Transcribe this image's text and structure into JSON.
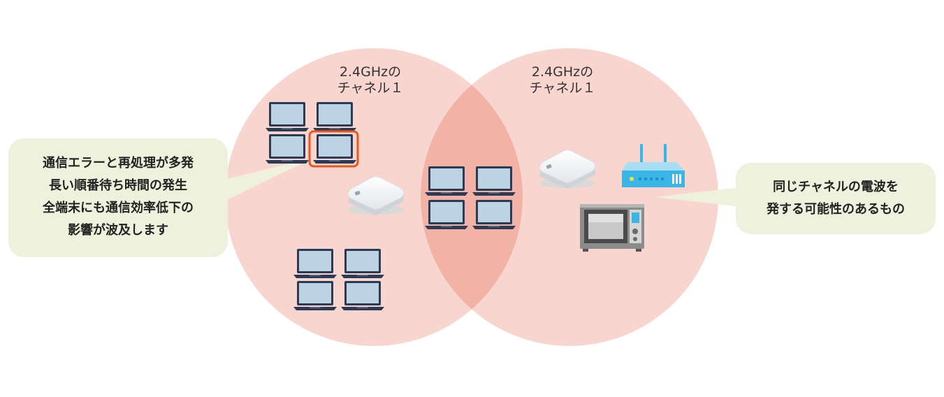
{
  "zones": {
    "left_channel": {
      "line1": "2.4GHzの",
      "line2": "チャネル１"
    },
    "right_channel": {
      "line1": "2.4GHzの",
      "line2": "チャネル１"
    }
  },
  "callouts": {
    "left": {
      "lines": [
        "通信エラーと再処理が多発",
        "長い順番待ち時間の発生",
        "全端末にも通信効率低下の",
        "影響が波及します"
      ]
    },
    "right": {
      "lines": [
        "同じチャネルの電波を",
        "発する可能性のあるもの"
      ]
    }
  },
  "colors": {
    "zone_fill": "#f8d5cf",
    "overlap_fill": "#f2b3a6",
    "bubble_fill": "#eef2dc",
    "highlight": "#e8581e",
    "router_blue": "#3ab5e6",
    "laptop_screen": "#bcd3e3",
    "laptop_frame": "#2b3a55"
  },
  "icons": {
    "laptop": "laptop-icon",
    "access_point": "access-point-icon",
    "router": "wifi-router-icon",
    "microwave": "microwave-icon"
  }
}
